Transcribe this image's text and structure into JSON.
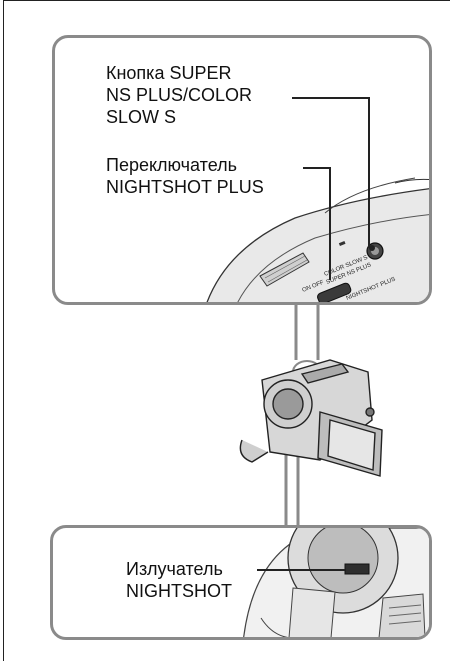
{
  "labels": {
    "super_ns_button": "Кнопка SUPER\nNS PLUS/COLOR\nSLOW S",
    "nightshot_switch": "Переключатель\nNIGHTSHOT PLUS",
    "nightshot_emitter": "Излучатель\nNIGHTSHOT"
  },
  "device_markings": {
    "color_slow_s": "COLOR SLOW S",
    "super_ns_plus": "SUPER NS PLUS",
    "on_off": "ON OFF",
    "nightshot_plus": "NIGHTSHOT PLUS"
  },
  "colors": {
    "panel_border": "#8a8a8a",
    "leader_line": "#222222"
  }
}
